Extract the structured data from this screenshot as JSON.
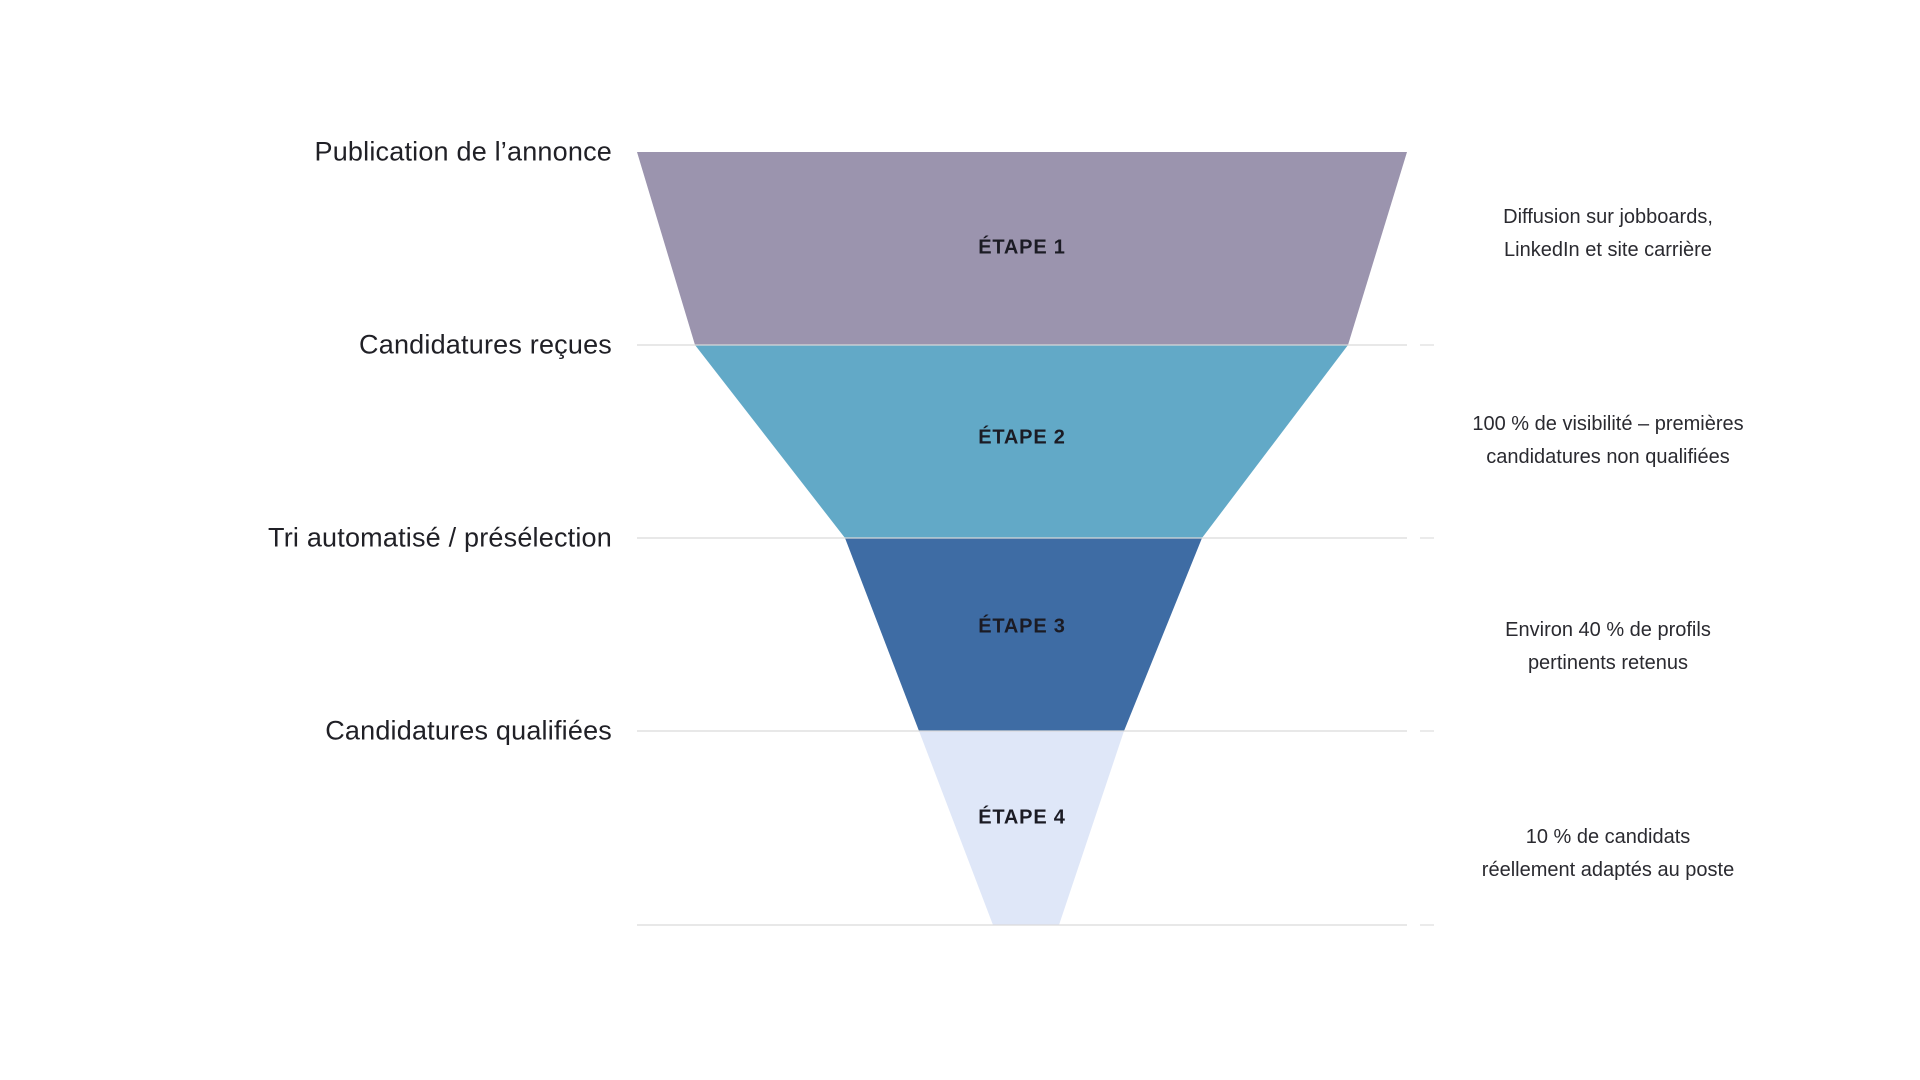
{
  "colors": {
    "background": "#ffffff",
    "gridline": "#d9d9d9",
    "text": "#202026"
  },
  "funnel": {
    "type": "funnel",
    "stages": [
      {
        "left_label": "Publication de l’annonce",
        "stage_label": "ÉTAPE 1",
        "annotation": "Diffusion sur jobboards,\nLinkedIn et site carrière",
        "color": "#9b94ae"
      },
      {
        "left_label": "Candidatures reçues",
        "stage_label": "ÉTAPE 2",
        "annotation": "100 % de visibilité – premières\ncandidatures non qualifiées",
        "color": "#62a9c7"
      },
      {
        "left_label": "Tri automatisé / présélection",
        "stage_label": "ÉTAPE 3",
        "annotation": "Environ 40 % de profils\npertinents retenus",
        "color": "#3e6ca4"
      },
      {
        "left_label": "Candidatures qualifiées",
        "stage_label": "ÉTAPE 4",
        "annotation": "10 % de candidats\nréellement adaptés au poste",
        "color": "#dfe7f8"
      }
    ]
  }
}
